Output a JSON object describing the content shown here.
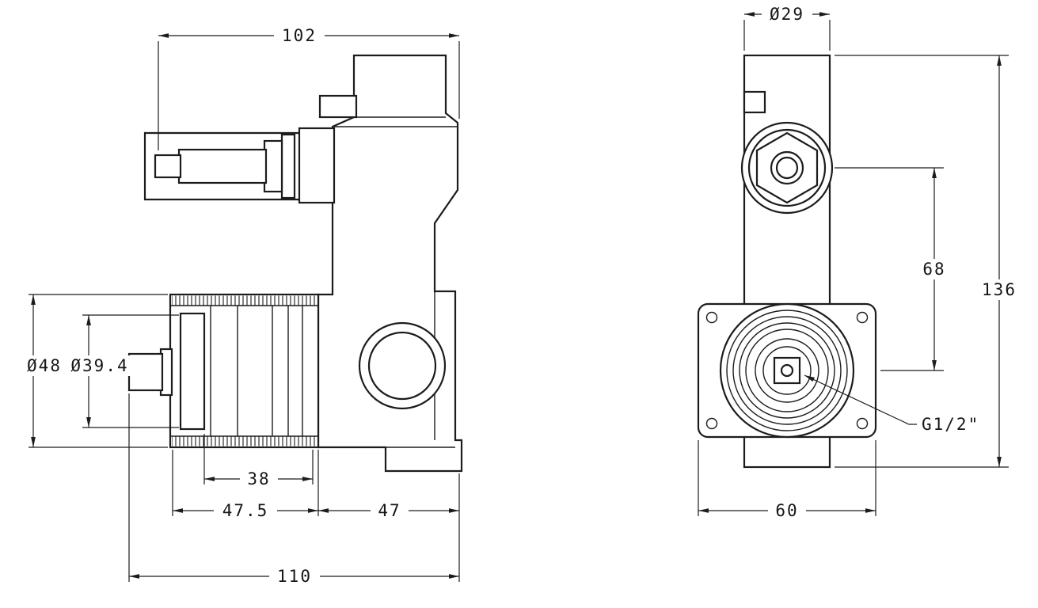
{
  "page": {
    "background": "#ffffff",
    "line_color": "#1c1c1c"
  },
  "drawing": {
    "type": "technical-drawing",
    "side": {
      "top_width": "102",
      "outer_dia": "Ø48",
      "inner_dia": "Ø39.4",
      "len_38": "38",
      "len_47_5": "47.5",
      "len_47": "47",
      "len_110": "110"
    },
    "front": {
      "dia_29": "Ø29",
      "spacing_68": "68",
      "height_136": "136",
      "thread": "G1/2\"",
      "width_60": "60"
    }
  }
}
